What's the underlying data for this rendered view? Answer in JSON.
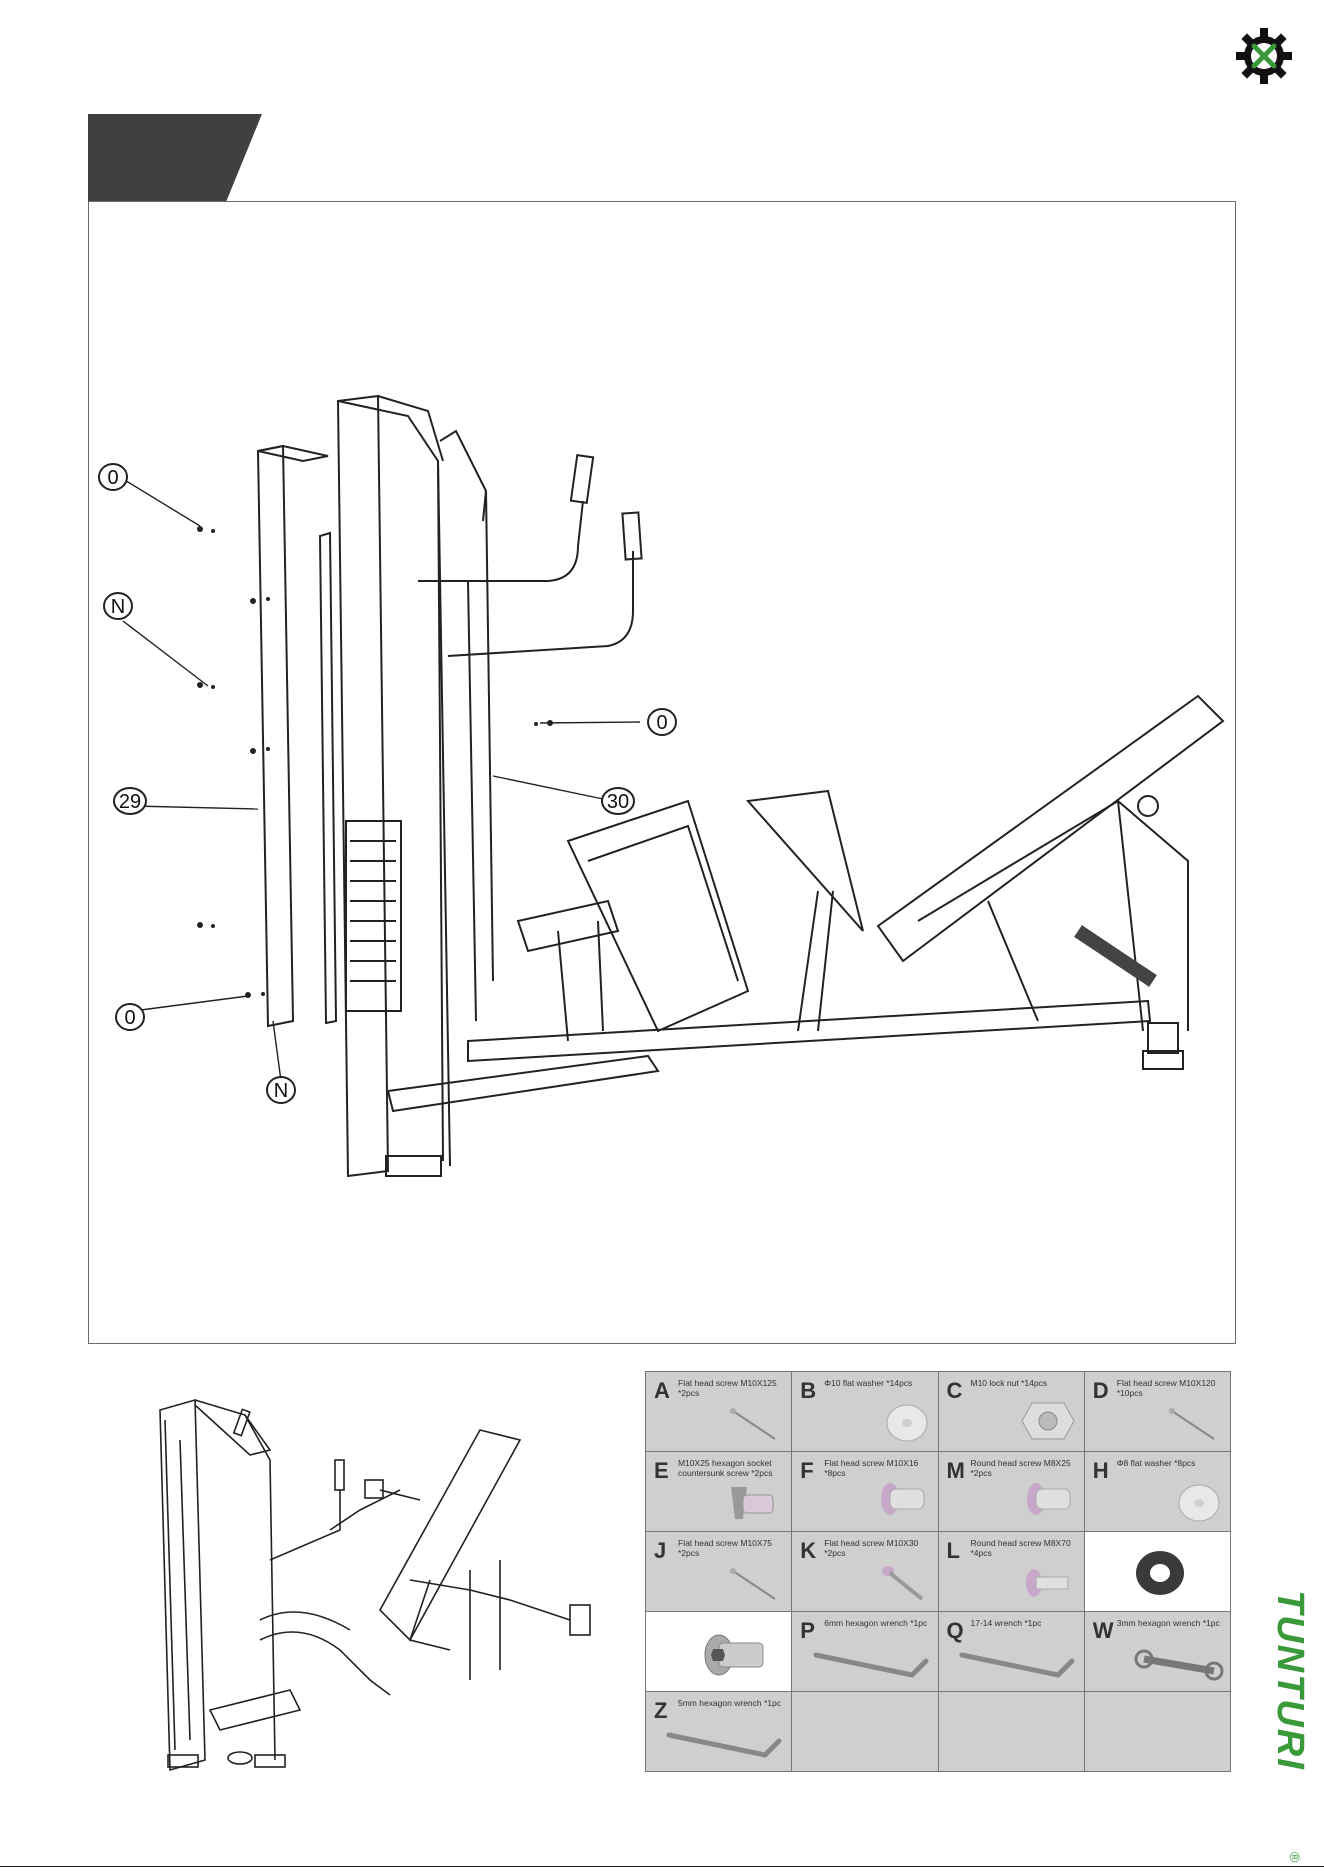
{
  "callouts": [
    "0",
    "N",
    "29",
    "0",
    "N",
    "0",
    "30"
  ],
  "parts": [
    {
      "letter": "A",
      "desc": "Flat head screw M10X125 *2pcs",
      "icon": "long-screw-icon"
    },
    {
      "letter": "B",
      "desc": "Φ10 flat washer *14pcs",
      "icon": "washer-icon"
    },
    {
      "letter": "C",
      "desc": "M10 lock nut *14pcs",
      "icon": "lock-nut-icon"
    },
    {
      "letter": "D",
      "desc": "Flat head screw M10X120 *10pcs",
      "icon": "long-screw-icon"
    },
    {
      "letter": "E",
      "desc": "M10X25 hexagon socket countersunk screw *2pcs",
      "icon": "countersunk-screw-icon"
    },
    {
      "letter": "F",
      "desc": "Flat head screw M10X16 *8pcs",
      "icon": "short-screw-icon"
    },
    {
      "letter": "M",
      "desc": "Round head screw M8X25 *2pcs",
      "icon": "short-screw-icon"
    },
    {
      "letter": "H",
      "desc": "Φ8 flat washer *8pcs",
      "icon": "washer-icon"
    },
    {
      "letter": "J",
      "desc": "Flat head screw M10X75 *2pcs",
      "icon": "long-screw-icon"
    },
    {
      "letter": "K",
      "desc": "Flat head screw M10X30 *2pcs",
      "icon": "medium-screw-icon"
    },
    {
      "letter": "L",
      "desc": "Round head screw M8X70 *4pcs",
      "icon": "medium-screw-icon"
    },
    {
      "letter": "",
      "desc": "",
      "icon": "dark-washer-icon"
    },
    {
      "letter": "",
      "desc": "",
      "icon": "socket-screw-icon"
    },
    {
      "letter": "P",
      "desc": "6mm hexagon wrench *1pc",
      "icon": "hex-wrench-icon"
    },
    {
      "letter": "Q",
      "desc": "17-14 wrench *1pc",
      "icon": "hex-wrench-icon"
    },
    {
      "letter": "W",
      "desc": "3mm hexagon wrench *1pc",
      "icon": "open-wrench-icon"
    },
    {
      "letter": "Z",
      "desc": "5mm hexagon wrench *1pc",
      "icon": "hex-wrench-icon"
    },
    {
      "letter": "",
      "desc": "",
      "icon": ""
    },
    {
      "letter": "",
      "desc": "",
      "icon": ""
    },
    {
      "letter": "",
      "desc": "",
      "icon": ""
    }
  ],
  "brand": {
    "name": "TUNTURI",
    "mark": "®",
    "color": "#3a9a3a"
  },
  "colors": {
    "tab": "#404040",
    "gear": "#111111",
    "gear_accent": "#3a9a3a",
    "cell": "#cfcfcf"
  }
}
